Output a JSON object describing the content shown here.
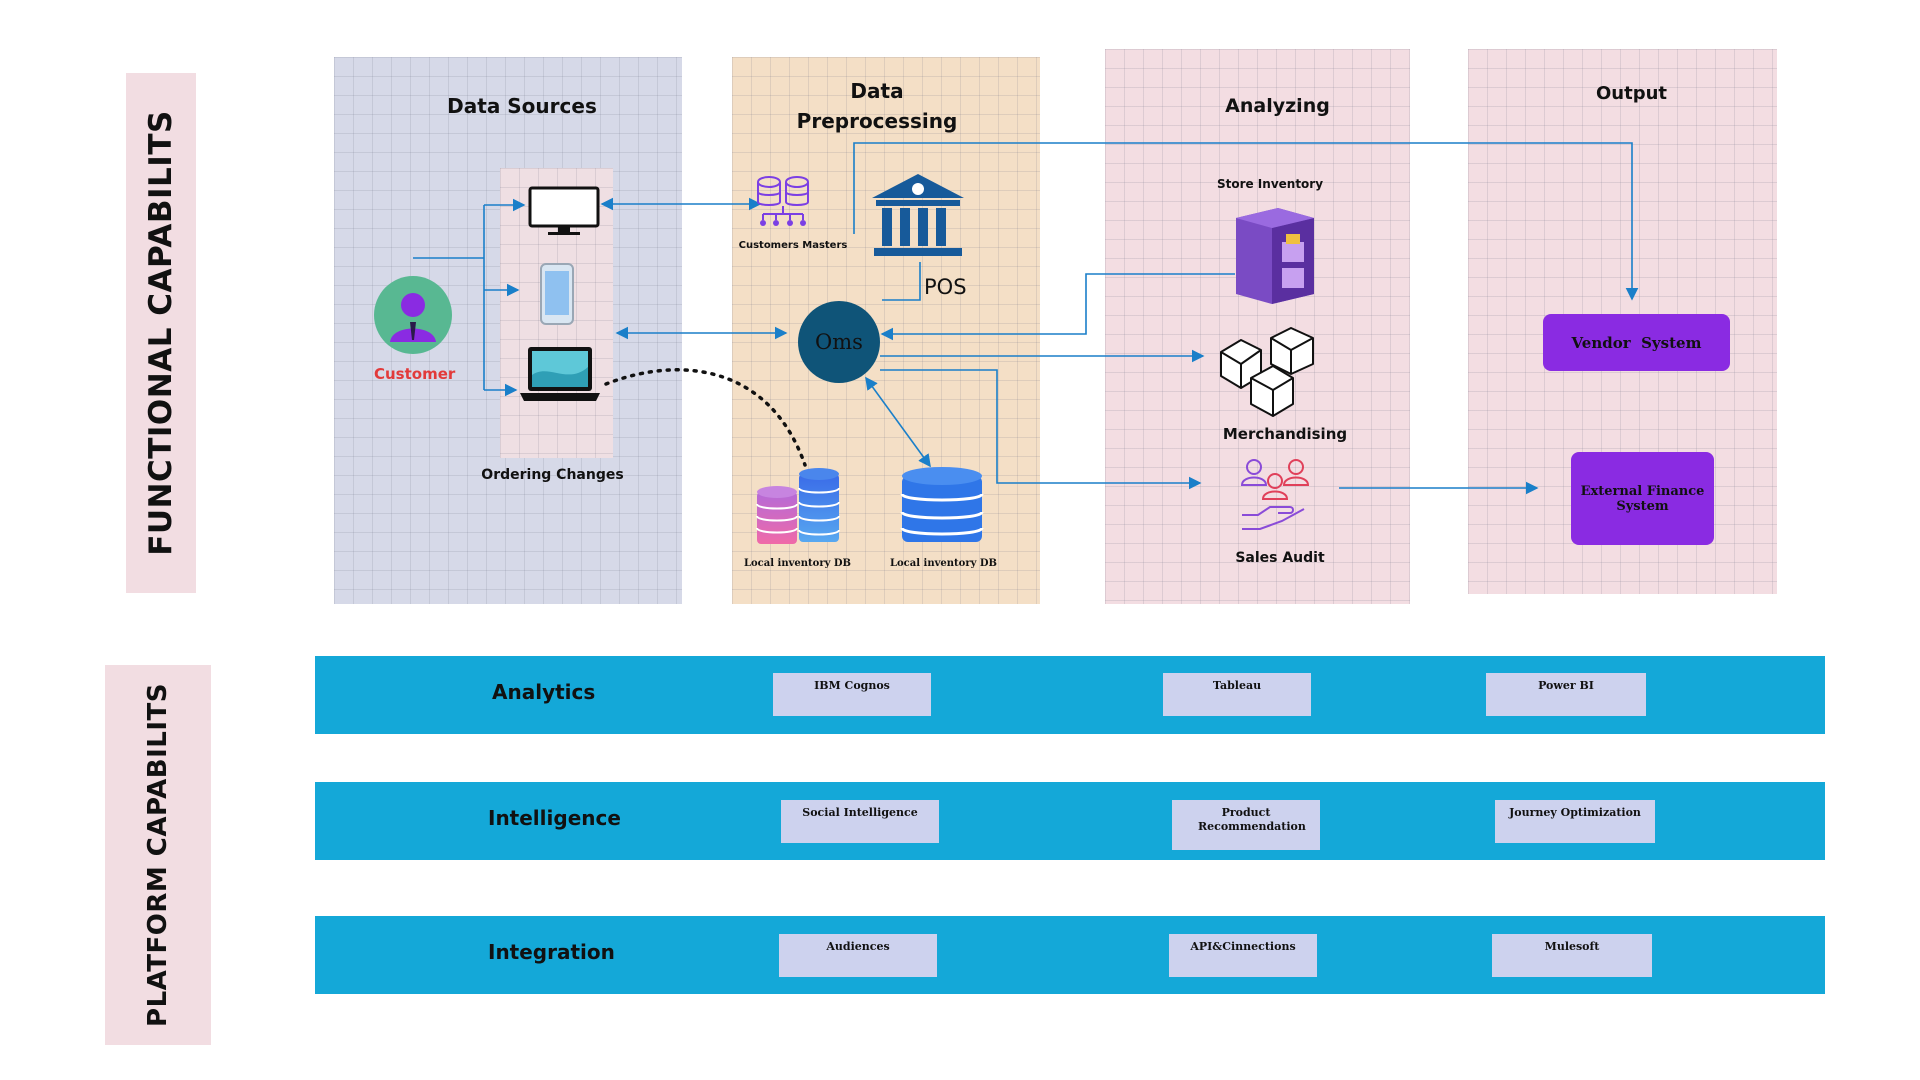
{
  "side_labels": {
    "functional": "FUNCTIONAL CAPABILITS",
    "platform": "PLATFORM CAPABILITS"
  },
  "panels": {
    "data_sources": {
      "title": "Data Sources"
    },
    "data_preprocessing": {
      "title_line1": "Data",
      "title_line2": "Preprocessing"
    },
    "analyzing": {
      "title": "Analyzing"
    },
    "output": {
      "title": "Output"
    }
  },
  "nodes": {
    "customer": "Customer",
    "ordering_changes": "Ordering Changes",
    "customers_masters": "Customers Masters",
    "pos": "POS",
    "oms": "Oms",
    "local_inventory_db_1": "Local inventory DB",
    "local_inventory_db_2": "Local inventory DB",
    "store_inventory": "Store Inventory",
    "merchandising": "Merchandising",
    "sales_audit": "Sales Audit",
    "vendor_system": "Vendor  System",
    "external_finance_line1": "External Finance",
    "external_finance_line2": "System"
  },
  "platform": {
    "rows": [
      {
        "label": "Analytics",
        "chips": [
          "IBM Cognos",
          "Tableau",
          "Power BI"
        ]
      },
      {
        "label": "Intelligence",
        "chips": [
          "Social Intelligence",
          "Product Recommendation",
          "Journey Optimization"
        ]
      },
      {
        "label": "Integration",
        "chips": [
          "Audiences",
          "API&Cinnections",
          "Mulesoft"
        ]
      }
    ]
  },
  "colors": {
    "band": "#14a8d8",
    "chip": "#cdd2ee",
    "purple": "#8a2be2",
    "arrow": "#1a7fc9",
    "oms": "#0f5478",
    "customer_red": "#e23a3a"
  }
}
